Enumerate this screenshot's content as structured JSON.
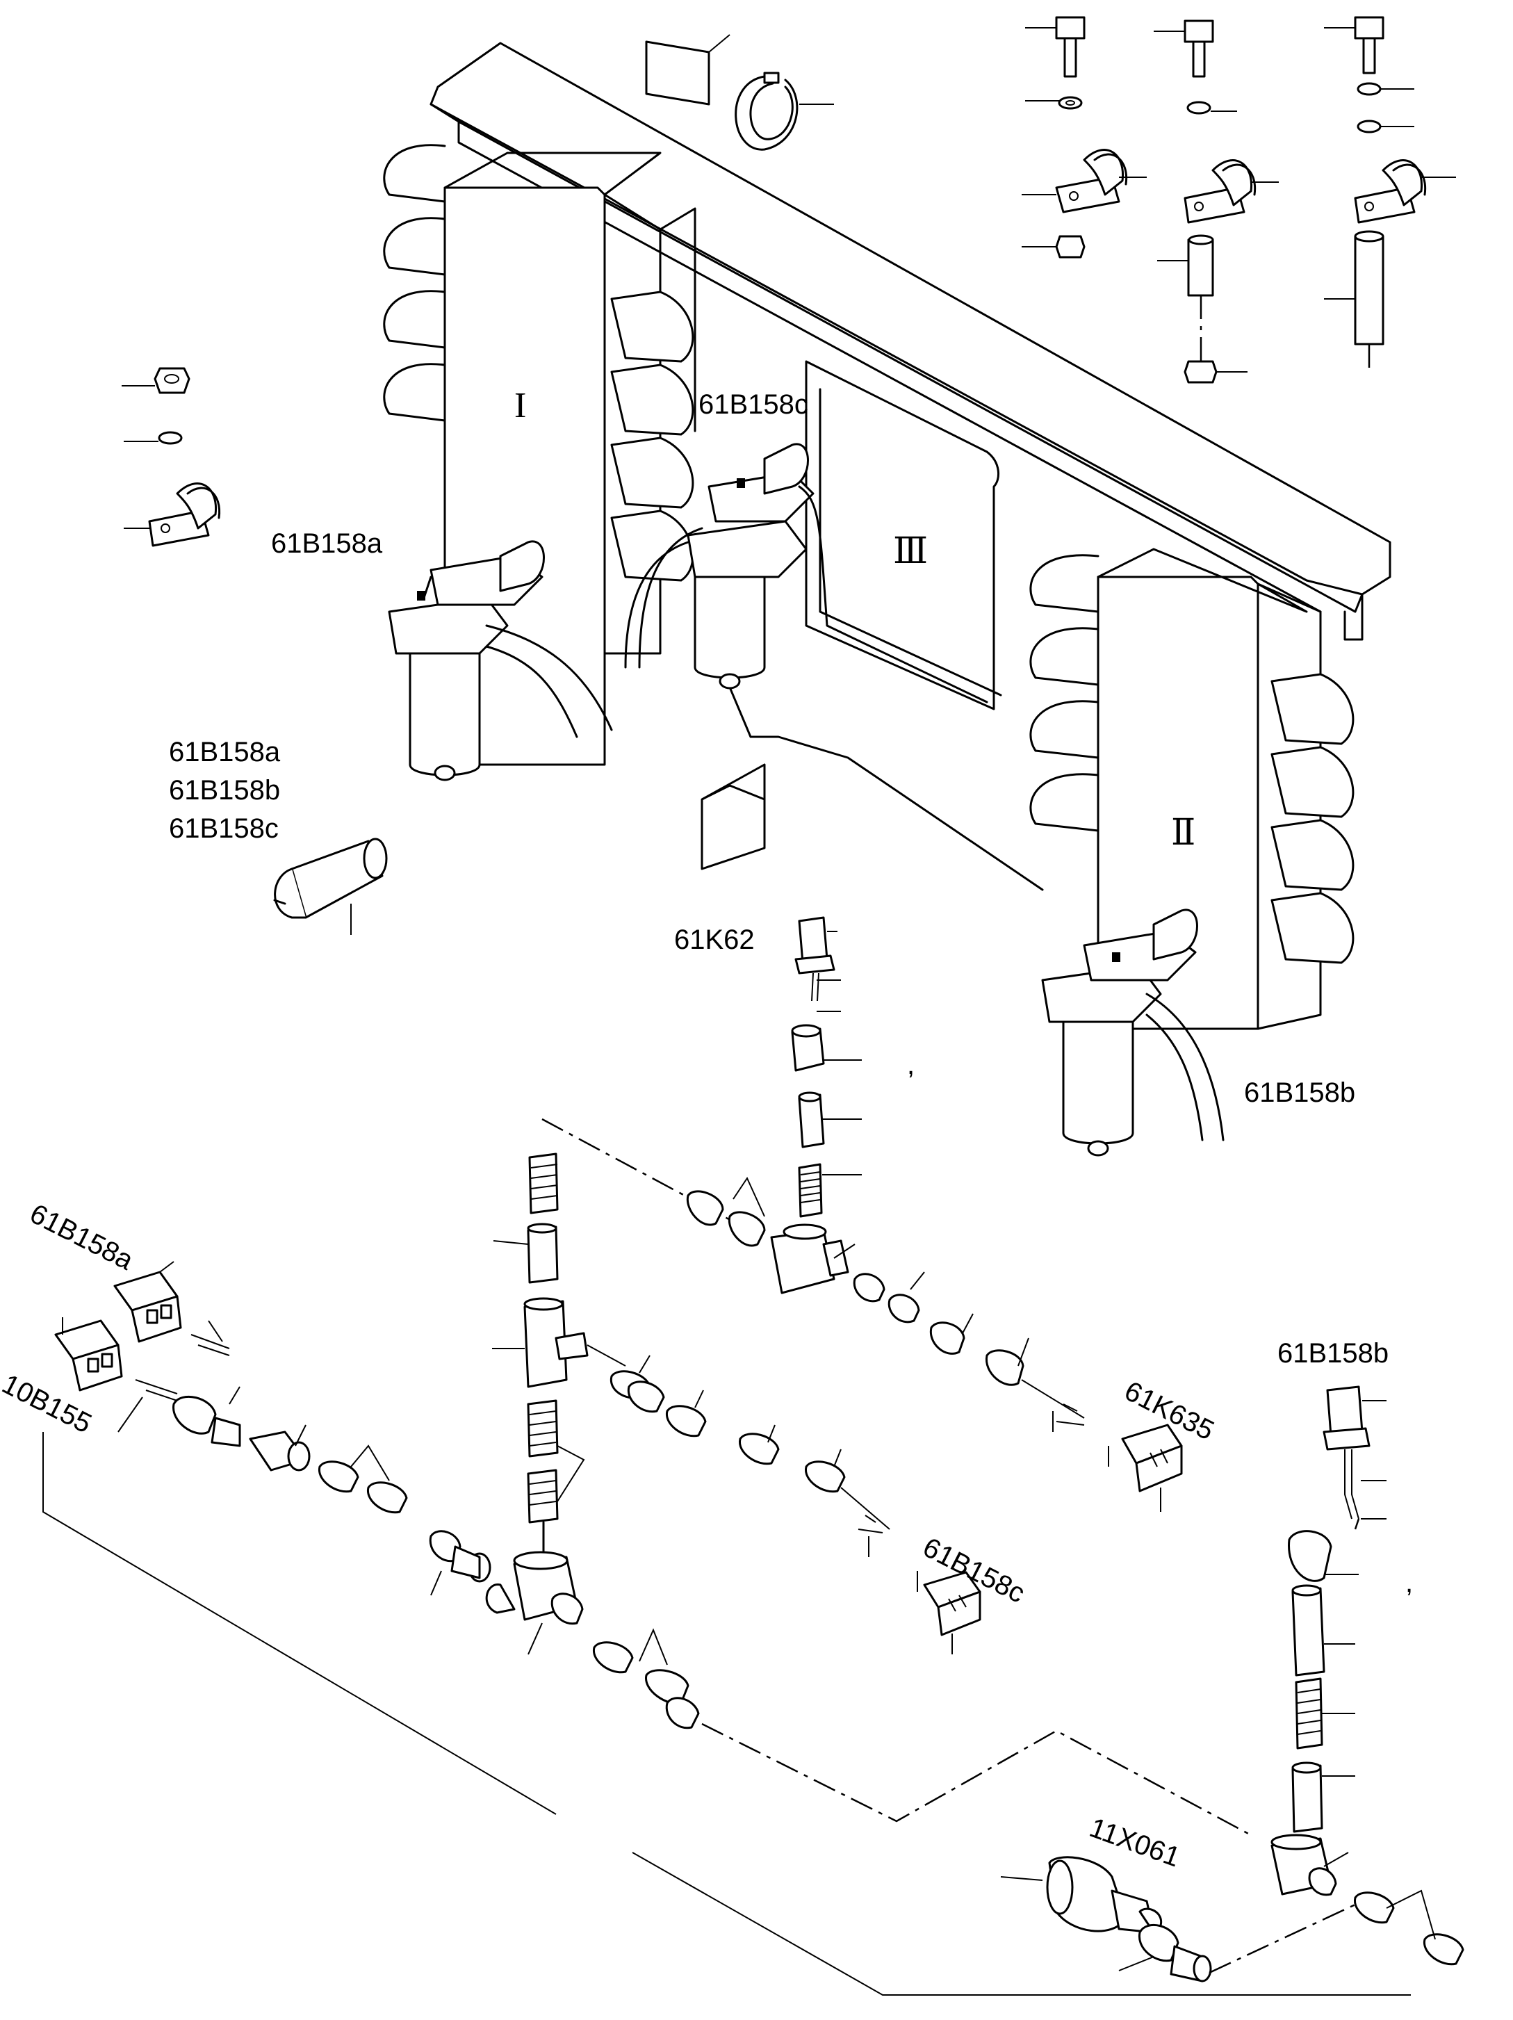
{
  "labels": {
    "section_1": "I",
    "section_2": "Ⅱ",
    "section_3": "Ⅲ",
    "filter_a": "61B158a",
    "filter_b": "61B158b",
    "filter_c": "61B158c",
    "insert_a": "61B158a",
    "insert_b": "61B158b",
    "insert_c": "61B158c",
    "relay_1": "61K62",
    "relay_2": "61K635",
    "connector_a": "61B158a",
    "connector_b": "61B158b",
    "connector_c": "61B158c",
    "connector_10b": "10B155",
    "plug_11x": "11X061",
    "comma_1": ",",
    "comma_2": ","
  }
}
